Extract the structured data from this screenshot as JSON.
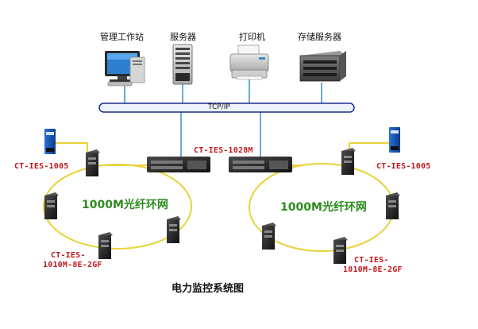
{
  "top_devices": [
    {
      "label": "管理工作站",
      "icon": "workstation-icon"
    },
    {
      "label": "服务器",
      "icon": "server-icon"
    },
    {
      "label": "打印机",
      "icon": "printer-icon"
    },
    {
      "label": "存储服务器",
      "icon": "storage-server-icon"
    }
  ],
  "bus": {
    "label": "TCP/IP"
  },
  "core_switch": {
    "label": "CT-IES-1028M"
  },
  "left_ring": {
    "label": "1000M光纤环网",
    "top_device_label": "CT-IES-1005",
    "switch_label_line1": "CT-IES-",
    "switch_label_line2": "1010M-8E-2GF"
  },
  "right_ring": {
    "label": "1000M光纤环网",
    "top_device_label": "CT-IES-1005",
    "switch_label_line1": "CT-IES-",
    "switch_label_line2": "1010M-8E-2GF"
  },
  "caption": "电力监控系统图",
  "colors": {
    "ring": "#e8d33a",
    "link": "#3a8fc4",
    "bus_fill": "#eef4ff",
    "bus_stroke": "#1d2c8a",
    "label_red": "#c0191d",
    "ring_text": "#2d8a1f"
  }
}
